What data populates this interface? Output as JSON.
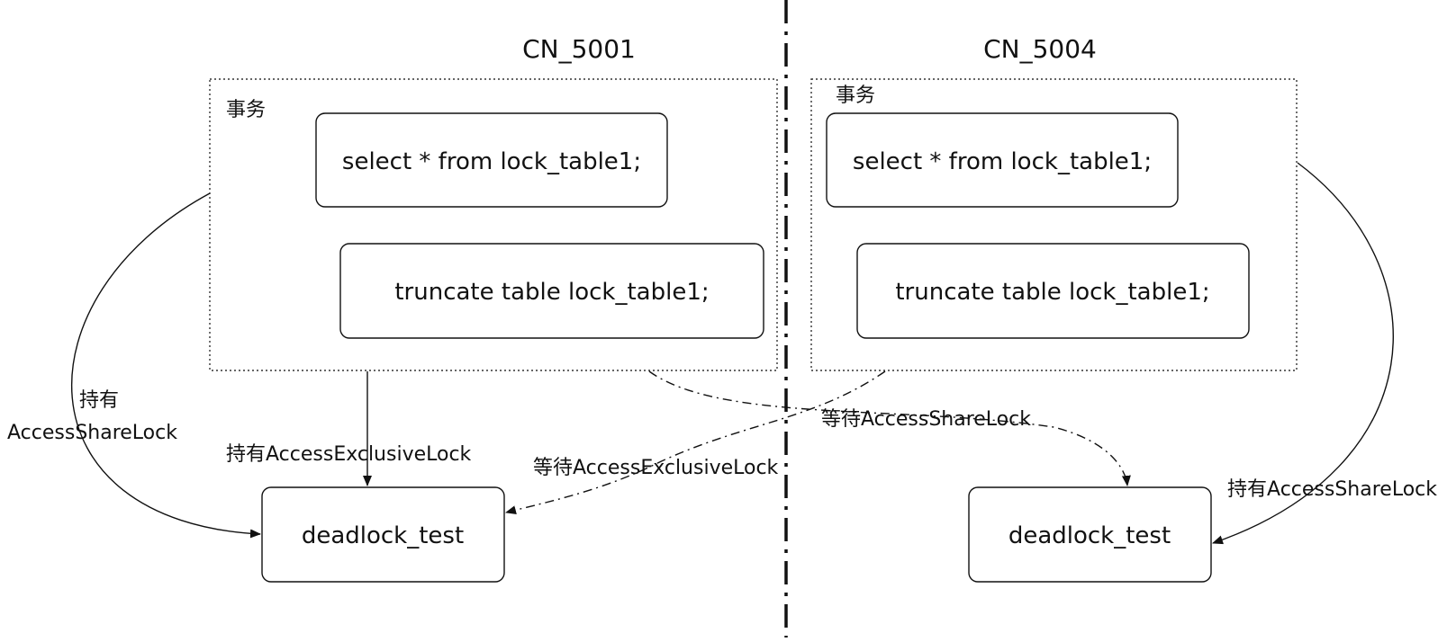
{
  "left": {
    "title": "CN_5001",
    "group_label": "事务",
    "stmt_select": "select * from lock_table1;",
    "stmt_truncate": "truncate table lock_table1;",
    "target": "deadlock_test",
    "hold_share_line1": "持有",
    "hold_share_line2": "AccessShareLock",
    "hold_exclusive": "持有AccessExclusiveLock"
  },
  "right": {
    "title": "CN_5004",
    "group_label": "事务",
    "stmt_select": "select * from lock_table1;",
    "stmt_truncate": "truncate table lock_table1;",
    "target": "deadlock_test",
    "hold_share": "持有AccessShareLock"
  },
  "cross": {
    "wait_exclusive": "等待AccessExclusiveLock",
    "wait_share": "等待AccessShareLock"
  },
  "colors": {
    "stroke": "#111111",
    "background": "#ffffff"
  }
}
